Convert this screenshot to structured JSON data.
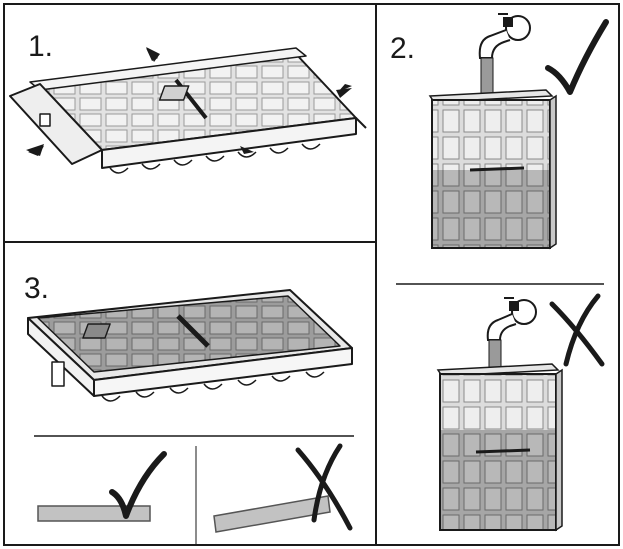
{
  "steps": [
    {
      "label": "1."
    },
    {
      "label": "2."
    },
    {
      "label": "3."
    }
  ],
  "marks": {
    "correct": "checkmark-icon",
    "wrong": "cross-icon"
  },
  "colors": {
    "outline": "#1a1a1a",
    "panel_fill": "#ffffff",
    "filter_grey": "#d4d4d4",
    "filter_dark": "#a8a8a8",
    "water": "#9a9a9a",
    "strip": "#c2c2c2"
  }
}
